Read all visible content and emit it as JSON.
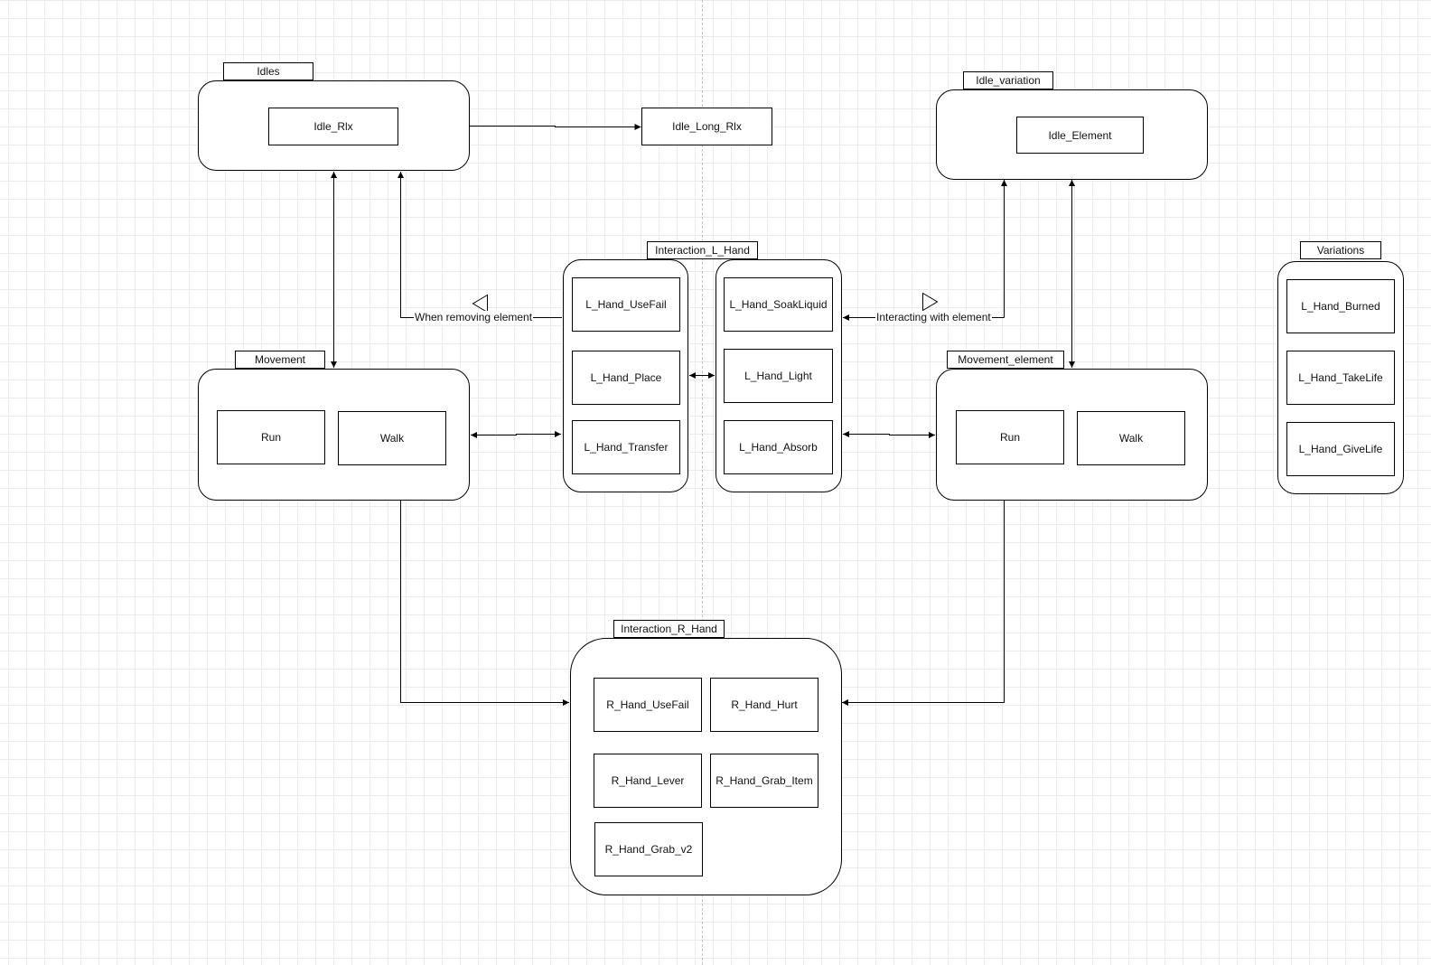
{
  "groups": {
    "idles": {
      "title": "Idles",
      "states": [
        "Idle_Rlx"
      ]
    },
    "idle_long": {
      "label": "Idle_Long_Rlx"
    },
    "idle_variation": {
      "title": "Idle_variation",
      "states": [
        "Idle_Element"
      ]
    },
    "movement": {
      "title": "Movement",
      "states": [
        "Run",
        "Walk"
      ]
    },
    "movement_element": {
      "title": "Movement_element",
      "states": [
        "Run",
        "Walk"
      ]
    },
    "interaction_l_hand": {
      "title": "Interaction_L_Hand",
      "left_states": [
        "L_Hand_UseFail",
        "L_Hand_Place",
        "L_Hand_Transfer"
      ],
      "right_states": [
        "L_Hand_SoakLiquid",
        "L_Hand_Light",
        "L_Hand_Absorb"
      ]
    },
    "variations": {
      "title": "Variations",
      "states": [
        "L_Hand_Burned",
        "L_Hand_TakeLife",
        "L_Hand_GiveLife"
      ]
    },
    "interaction_r_hand": {
      "title": "Interaction_R_Hand",
      "states": [
        "R_Hand_UseFail",
        "R_Hand_Hurt",
        "R_Hand_Lever",
        "R_Hand_Grab_Item",
        "R_Hand_Grab_v2"
      ]
    }
  },
  "edges": {
    "removing_label": "When removing element",
    "interacting_label": "Interacting with element"
  },
  "colors": {
    "stroke": "#000000",
    "grid": "#ebebeb",
    "background": "#ffffff"
  }
}
